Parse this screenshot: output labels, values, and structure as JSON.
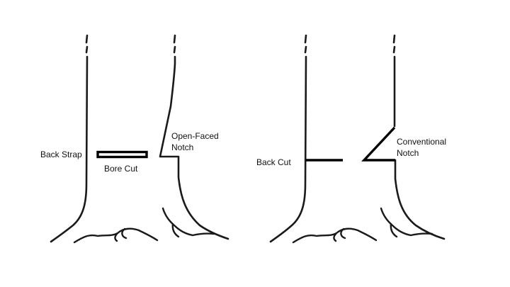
{
  "left_figure": {
    "back_strap_label": "Back Strap",
    "bore_cut_label": "Bore Cut",
    "notch_label_line1": "Open-Faced",
    "notch_label_line2": "Notch"
  },
  "right_figure": {
    "back_cut_label": "Back Cut",
    "notch_label_line1": "Conventional",
    "notch_label_line2": "Notch"
  }
}
